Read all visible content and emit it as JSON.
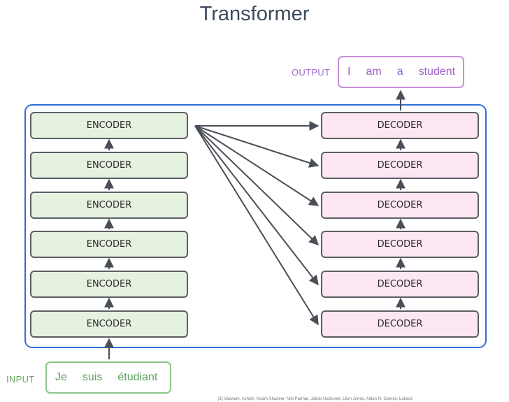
{
  "title": "Transformer",
  "encoder_label": "ENCODER",
  "decoder_label": "DECODER",
  "encoders": [
    "ENCODER",
    "ENCODER",
    "ENCODER",
    "ENCODER",
    "ENCODER",
    "ENCODER"
  ],
  "decoders": [
    "DECODER",
    "DECODER",
    "DECODER",
    "DECODER",
    "DECODER",
    "DECODER"
  ],
  "input": {
    "label": "INPUT",
    "tokens": [
      "Je",
      "suis",
      "étudiant"
    ]
  },
  "output": {
    "label": "OUTPUT",
    "tokens": [
      "I",
      "am",
      "a",
      "student"
    ]
  },
  "footnote": "[1] Vaswani, Ashish, Noam Shazeer, Niki Parmar, Jakob Uszkoreit, Llion Jones, Aidan N. Gomez, Łukasz",
  "colors": {
    "frame": "#2f6ed8",
    "encoder_fill": "#e6f2e0",
    "decoder_fill": "#fbe6f1",
    "input_accent": "#6aa860",
    "output_accent": "#a06ccb",
    "arrow": "#4a4f57"
  }
}
